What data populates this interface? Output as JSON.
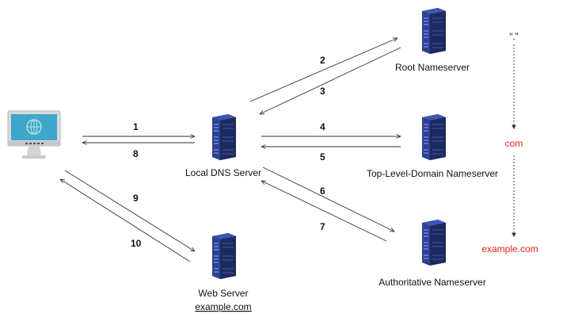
{
  "nodes": {
    "root": "Root Nameserver",
    "local": "Local DNS Server",
    "tld": "Top-Level-Domain Nameserver",
    "auth": "Authoritative Nameserver",
    "web": "Web Server",
    "web_domain": "example.com"
  },
  "steps": [
    "1",
    "2",
    "3",
    "4",
    "5",
    "6",
    "7",
    "8",
    "9",
    "10"
  ],
  "hierarchy": {
    "root_label": "“.”",
    "tld_label": "com",
    "domain_label": "example.com"
  },
  "colors": {
    "arrow": "#333333",
    "highlight": "#e8231a",
    "server_dark": "#1d2a5c",
    "server_mid": "#2e4190",
    "server_light": "#3d55b5",
    "monitor_screen": "#3fa7c9"
  }
}
